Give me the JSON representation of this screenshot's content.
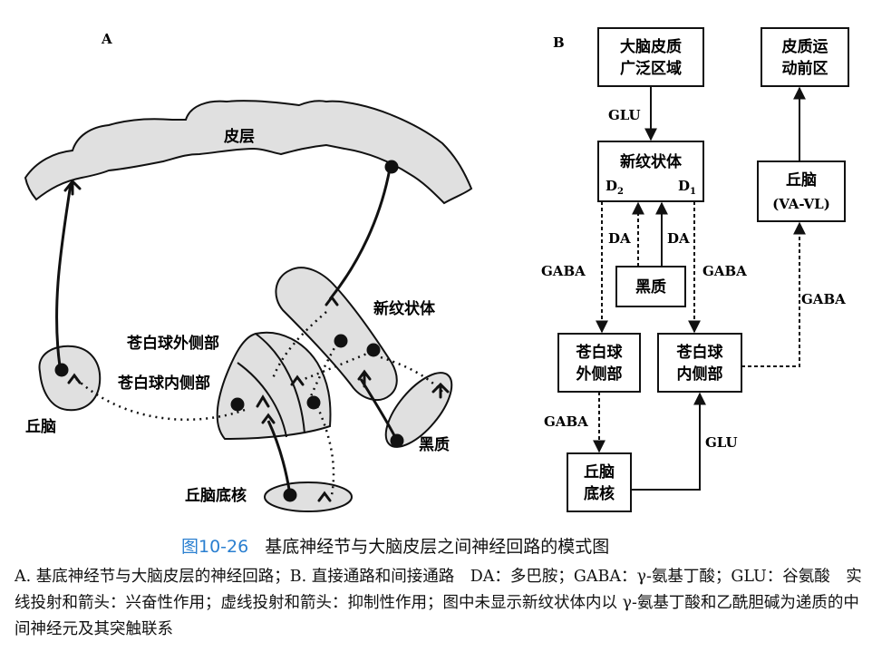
{
  "panel_a": {
    "label": "A",
    "cortex": "皮层",
    "neostriatum": "新纹状体",
    "gp_external": "苍白球外侧部",
    "gp_internal": "苍白球内侧部",
    "thalamus": "丘脑",
    "substantia_nigra": "黑质",
    "subthalamic": "丘脑底核"
  },
  "panel_b": {
    "label": "B",
    "cortex_box": [
      "大脑皮质",
      "广泛区域"
    ],
    "premotor_box": [
      "皮质运",
      "动前区"
    ],
    "striatum_box": "新纹状体",
    "d2": "D",
    "d2_sub": "2",
    "d1": "D",
    "d1_sub": "1",
    "thalamus_box": [
      "丘脑",
      "(VA-VL)"
    ],
    "nigra_box": "黑质",
    "gpe_box": [
      "苍白球",
      "外侧部"
    ],
    "gpi_box": [
      "苍白球",
      "内侧部"
    ],
    "stn_box": [
      "丘脑",
      "底核"
    ],
    "glu_top": "GLU",
    "da_left": "DA",
    "da_right": "DA",
    "gaba_left": "GABA",
    "gaba_mid": "GABA",
    "gaba_right": "GABA",
    "gaba_low": "GABA",
    "glu_low": "GLU"
  },
  "caption": {
    "fig_num": "图10-26",
    "title": "基底神经节与大脑皮层之间神经回路的模式图",
    "body": "A. 基底神经节与大脑皮层的神经回路；B. 直接通路和间接通路　DA：多巴胺；GABA：γ-氨基丁酸；GLU：谷氨酸　实线投射和箭头：兴奋性作用；虚线投射和箭头：抑制性作用；图中未显示新纹状体内以 γ-氨基丁酸和乙酰胆碱为递质的中间神经元及其突触联系"
  }
}
